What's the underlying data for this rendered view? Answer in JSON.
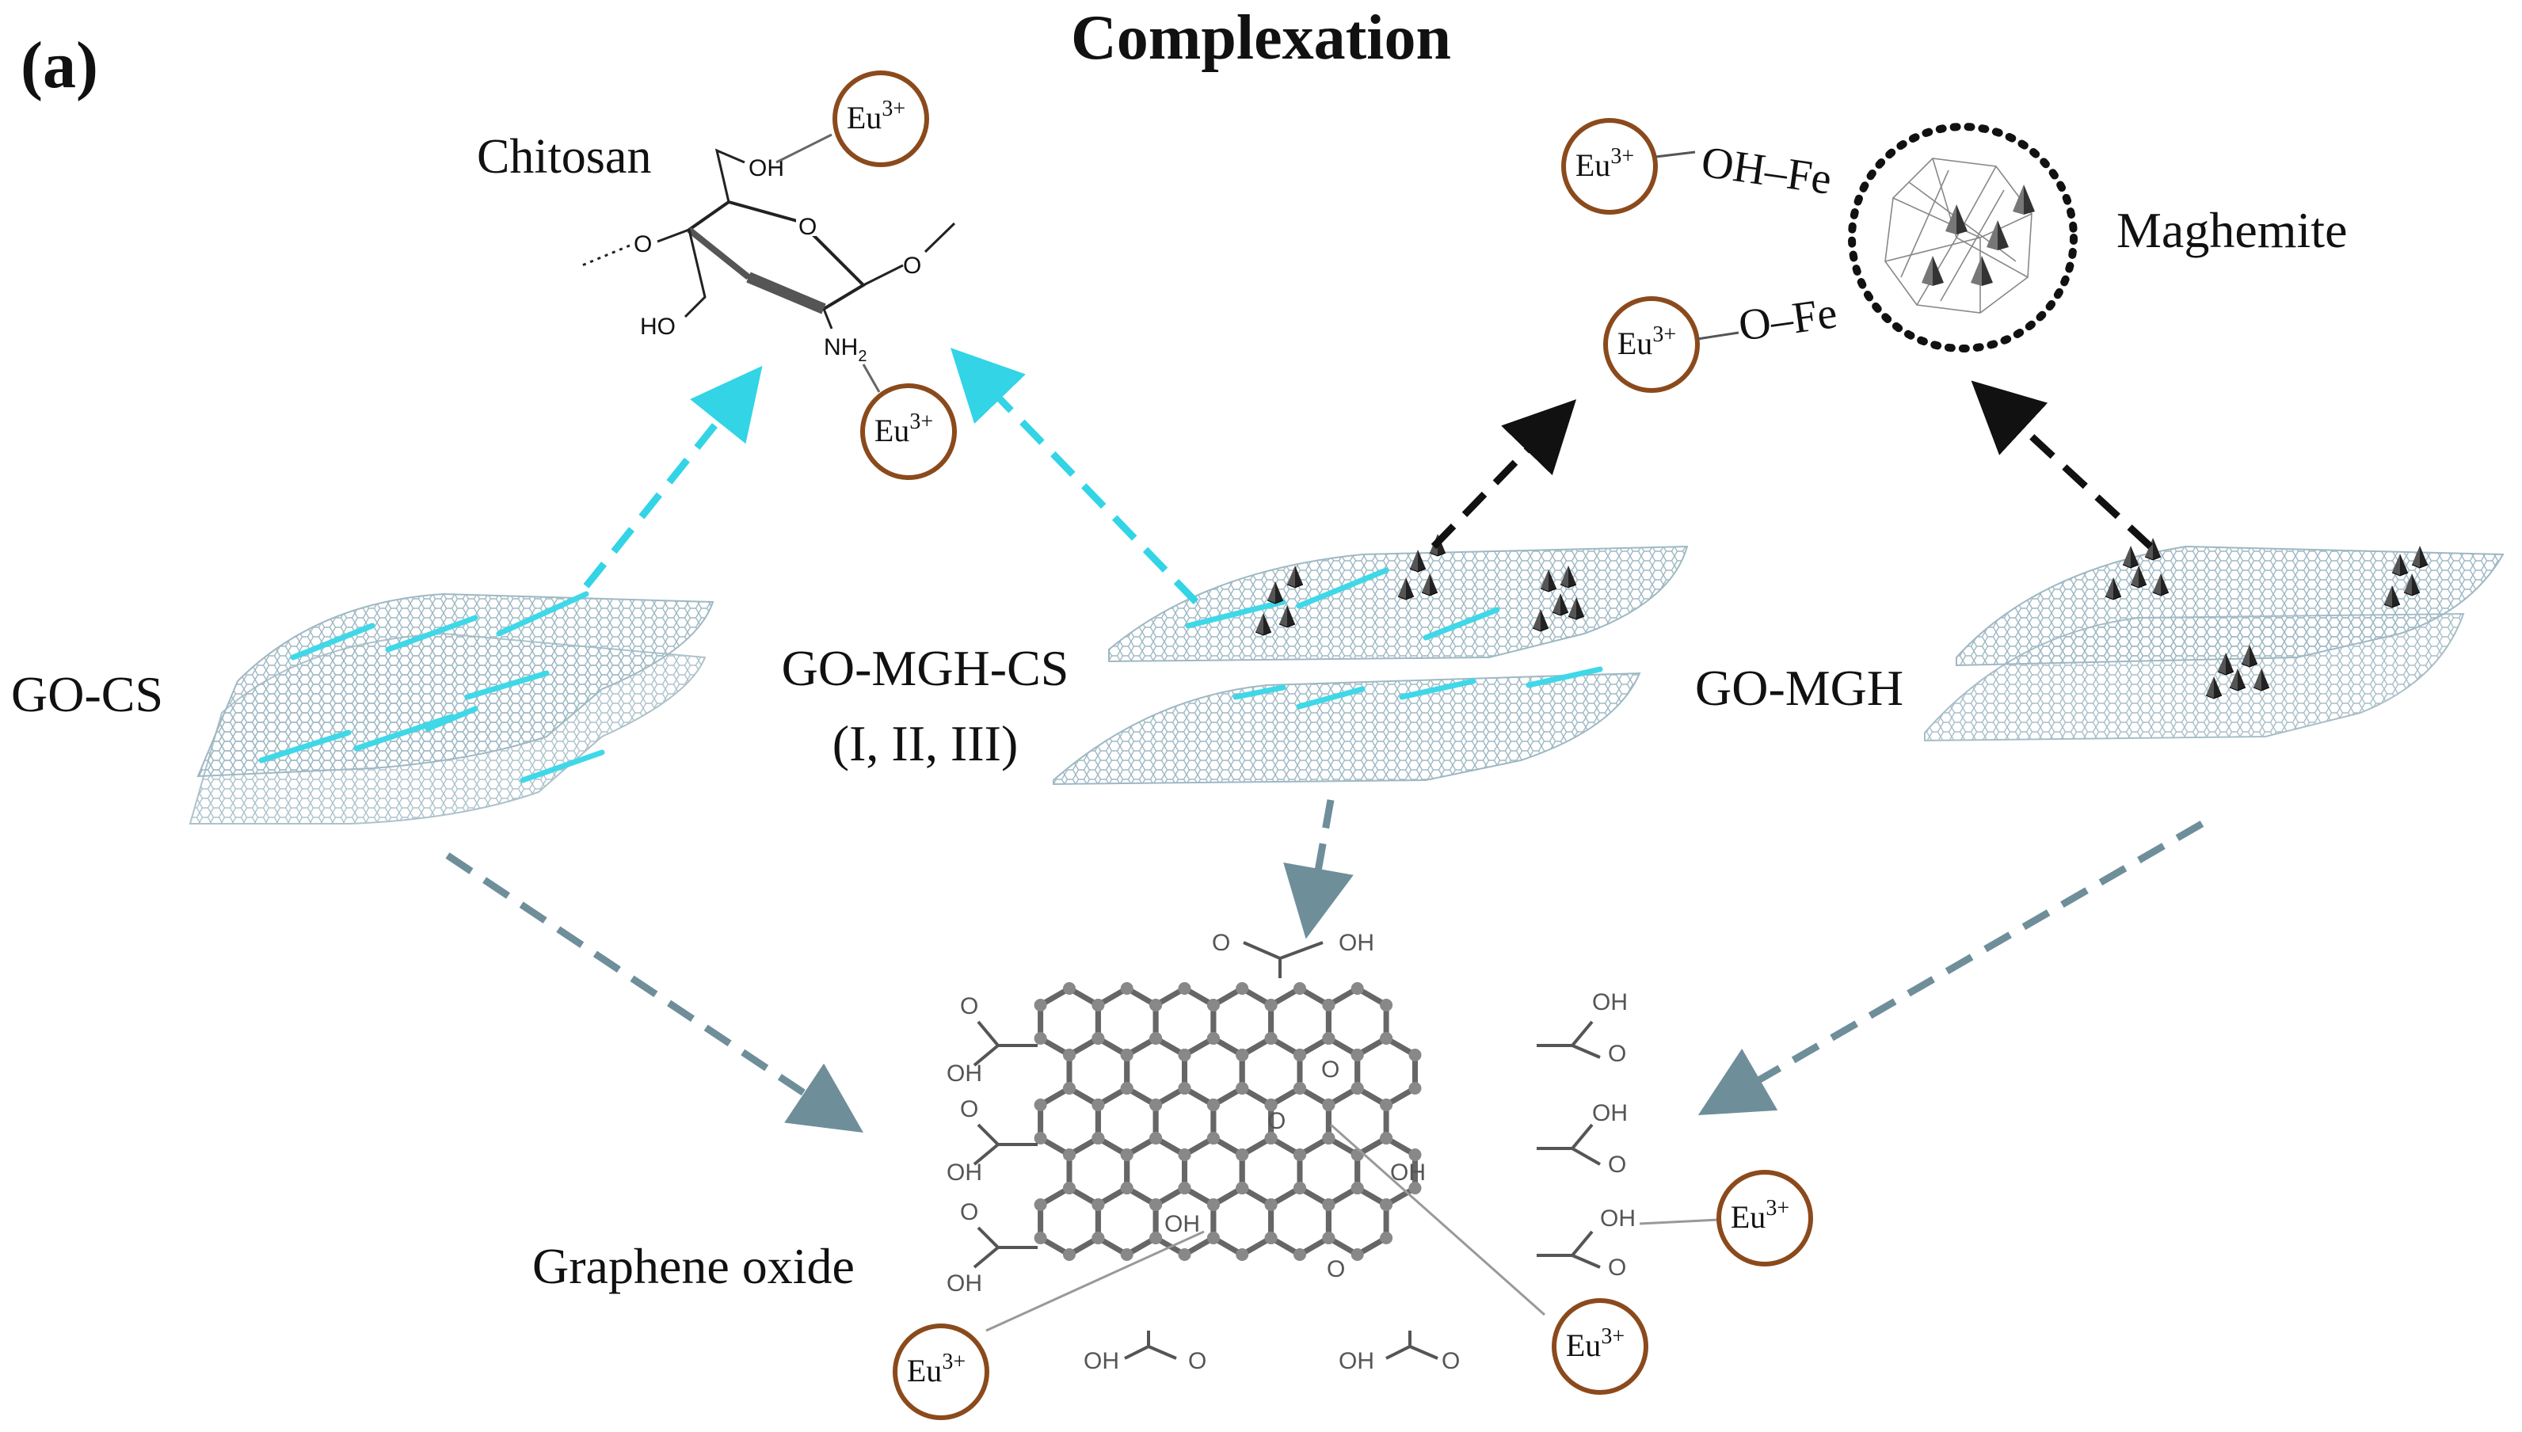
{
  "figure": {
    "panel_label": "(a)",
    "title": "Complexation"
  },
  "materials": {
    "go_cs": "GO-CS",
    "go_mgh_cs": "GO-MGH-CS",
    "go_mgh_cs_variants": "(I, II, III)",
    "go_mgh": "GO-MGH",
    "graphene_oxide": "Graphene oxide",
    "chitosan": "Chitosan",
    "maghemite": "Maghemite"
  },
  "europium": {
    "symbol": "Eu",
    "charge": "3+"
  },
  "chitosan_groups": {
    "oh_top": "OH",
    "o_left": "O",
    "o_ring": "O",
    "o_right": "O",
    "ho": "HO",
    "nh": "NH",
    "nh_sub": "2"
  },
  "maghemite_bonds": {
    "oh_fe": "OH–Fe",
    "o_fe": "O–Fe"
  },
  "go_groups": {
    "o": "O",
    "oh": "OH"
  },
  "colors": {
    "cyan_arrow": "#32D4E6",
    "gray_arrow": "#6E8E9A",
    "black_arrow": "#111111",
    "eu_circle": "#8B4A1C",
    "sheet": "#A9C2CC",
    "chitosan_strand": "#3FD8E8"
  },
  "icons": {
    "eu_ion": "circle-ion-icon",
    "nanoparticle": "pyramid-nanoparticle-icon",
    "arrow": "dashed-arrow-icon"
  }
}
